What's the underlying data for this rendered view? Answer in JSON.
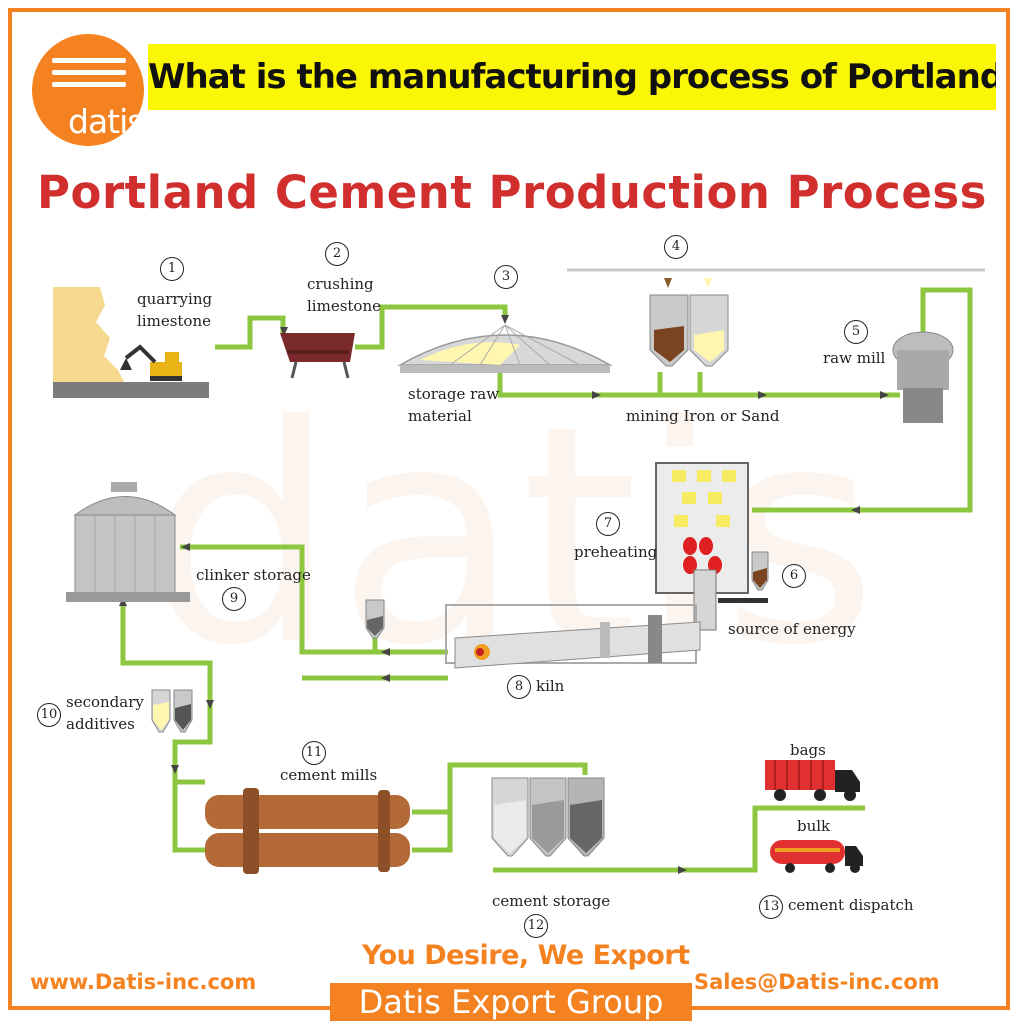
{
  "header": {
    "logo_text": "datis",
    "question": "What is the manufacturing process of Portland Cement?"
  },
  "title": "Portland Cement Production Process",
  "watermark": "datis",
  "steps": [
    {
      "number": "1",
      "label": "quarrying\nlimestone"
    },
    {
      "number": "2",
      "label": "crushing\nlimestone"
    },
    {
      "number": "3",
      "label": "storage raw\nmaterial"
    },
    {
      "number": "4",
      "label": "mining Iron or Sand"
    },
    {
      "number": "5",
      "label": "raw mill"
    },
    {
      "number": "6",
      "label": "source of energy"
    },
    {
      "number": "7",
      "label": "preheating"
    },
    {
      "number": "8",
      "label": "kiln"
    },
    {
      "number": "9",
      "label": "clinker storage"
    },
    {
      "number": "10",
      "label": "secondary\nadditives"
    },
    {
      "number": "11",
      "label": "cement mills"
    },
    {
      "number": "12",
      "label": "cement storage"
    },
    {
      "number": "13",
      "label": "cement dispatch"
    }
  ],
  "dispatch_options": {
    "bags": "bags",
    "bulk": "bulk"
  },
  "footer": {
    "tagline": "You Desire, We Export",
    "website": "www.Datis-inc.com",
    "email": "Sales@Datis-inc.com",
    "group": "Datis Export Group"
  },
  "colors": {
    "brand_orange": "#f58220",
    "title_red": "#d12e2e",
    "highlight_yellow": "#fbf606",
    "pipe_green": "#8dc63f"
  }
}
